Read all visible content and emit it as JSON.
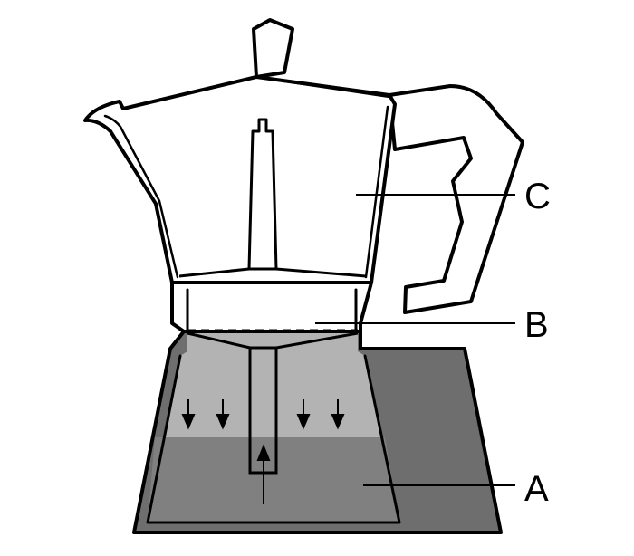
{
  "diagram": {
    "labels": {
      "a": "A",
      "b": "B",
      "c": "C"
    },
    "colors": {
      "outline": "#000000",
      "background": "#ffffff",
      "top_light_water": "#b3b3b3",
      "bottom_dark_water": "#808080",
      "base_fill": "#6e6e6e"
    }
  }
}
